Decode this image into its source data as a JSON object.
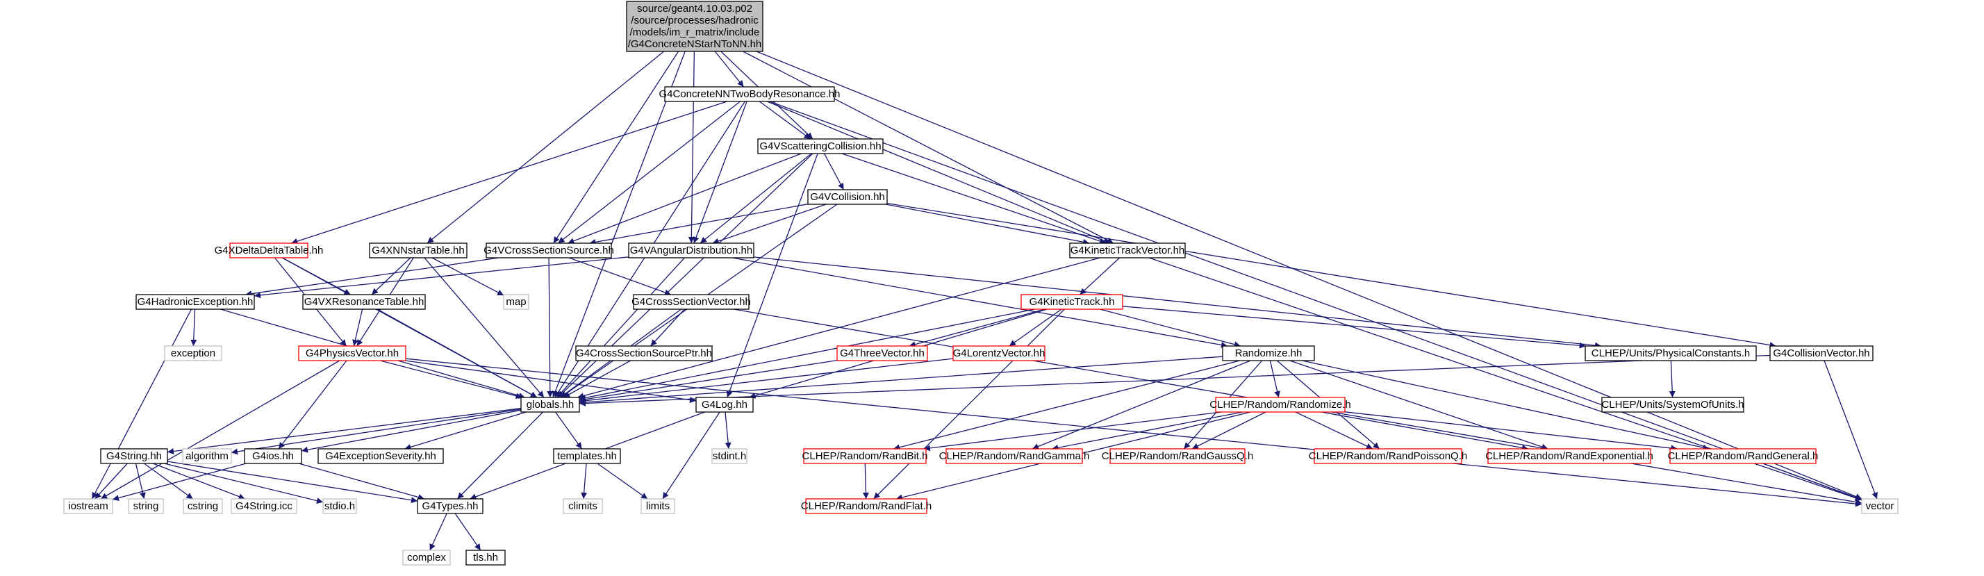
{
  "colors": {
    "edge": "#191970",
    "node_border_normal": "#000000",
    "node_border_red": "#ff0000",
    "node_border_gray": "#bfbfbf",
    "node_fill_root": "#bfbfbf",
    "node_fill": "#ffffff",
    "text_gray": "#7f7f7f"
  },
  "nodes": [
    {
      "id": "root",
      "style": "root",
      "lines": [
        "source/geant4.10.03.p02",
        "/source/processes/hadronic",
        "/models/im_r_matrix/include",
        "/G4ConcreteNStarNToNN.hh"
      ]
    },
    {
      "id": "nntbr",
      "style": "normal",
      "lines": [
        "G4ConcreteNNTwoBodyResonance.hh"
      ]
    },
    {
      "id": "scat",
      "style": "normal",
      "lines": [
        "G4VScatteringCollision.hh"
      ]
    },
    {
      "id": "vcoll",
      "style": "normal",
      "lines": [
        "G4VCollision.hh"
      ]
    },
    {
      "id": "xdelta",
      "style": "red",
      "lines": [
        "G4XDeltaDeltaTable.hh"
      ]
    },
    {
      "id": "xnn",
      "style": "normal",
      "lines": [
        "G4XNNstarTable.hh"
      ]
    },
    {
      "id": "vcross",
      "style": "normal",
      "lines": [
        "G4VCrossSectionSource.hh"
      ]
    },
    {
      "id": "vang",
      "style": "normal",
      "lines": [
        "G4VAngularDistribution.hh"
      ]
    },
    {
      "id": "ktv",
      "style": "normal",
      "lines": [
        "G4KineticTrackVector.hh"
      ]
    },
    {
      "id": "hadex",
      "style": "normal",
      "lines": [
        "G4HadronicException.hh"
      ]
    },
    {
      "id": "vres",
      "style": "normal",
      "lines": [
        "G4VXResonanceTable.hh"
      ]
    },
    {
      "id": "map",
      "style": "gray",
      "lines": [
        "map"
      ]
    },
    {
      "id": "csv",
      "style": "normal",
      "lines": [
        "G4CrossSectionVector.hh"
      ]
    },
    {
      "id": "kt",
      "style": "red",
      "lines": [
        "G4KineticTrack.hh"
      ]
    },
    {
      "id": "exception",
      "style": "gray",
      "lines": [
        "exception"
      ]
    },
    {
      "id": "physvec",
      "style": "red",
      "lines": [
        "G4PhysicsVector.hh"
      ]
    },
    {
      "id": "cssptr",
      "style": "normal",
      "lines": [
        "G4CrossSectionSourcePtr.hh"
      ]
    },
    {
      "id": "three",
      "style": "red",
      "lines": [
        "G4ThreeVector.hh"
      ]
    },
    {
      "id": "lorentz",
      "style": "red",
      "lines": [
        "G4LorentzVector.hh"
      ]
    },
    {
      "id": "randomize",
      "style": "normal",
      "lines": [
        "Randomize.hh"
      ]
    },
    {
      "id": "physconst",
      "style": "normal",
      "lines": [
        "CLHEP/Units/PhysicalConstants.h"
      ]
    },
    {
      "id": "collvec",
      "style": "normal",
      "lines": [
        "G4CollisionVector.hh"
      ]
    },
    {
      "id": "globals",
      "style": "normal",
      "lines": [
        "globals.hh"
      ]
    },
    {
      "id": "g4log",
      "style": "normal",
      "lines": [
        "G4Log.hh"
      ]
    },
    {
      "id": "sysunits",
      "style": "normal",
      "lines": [
        "CLHEP/Units/SystemOfUnits.h"
      ]
    },
    {
      "id": "clrandomize",
      "style": "red",
      "lines": [
        "CLHEP/Random/Randomize.h"
      ]
    },
    {
      "id": "g4string",
      "style": "normal",
      "lines": [
        "G4String.hh"
      ]
    },
    {
      "id": "algorithm",
      "style": "gray",
      "lines": [
        "algorithm"
      ]
    },
    {
      "id": "g4ios",
      "style": "normal",
      "lines": [
        "G4ios.hh"
      ]
    },
    {
      "id": "excsev",
      "style": "normal",
      "lines": [
        "G4ExceptionSeverity.hh"
      ]
    },
    {
      "id": "templates",
      "style": "normal",
      "lines": [
        "templates.hh"
      ]
    },
    {
      "id": "stdint",
      "style": "gray",
      "lines": [
        "stdint.h"
      ]
    },
    {
      "id": "randbit",
      "style": "red",
      "lines": [
        "CLHEP/Random/RandBit.h"
      ]
    },
    {
      "id": "randgamma",
      "style": "red",
      "lines": [
        "CLHEP/Random/RandGamma.h"
      ]
    },
    {
      "id": "randgaussq",
      "style": "red",
      "lines": [
        "CLHEP/Random/RandGaussQ.h"
      ]
    },
    {
      "id": "randpoisson",
      "style": "red",
      "lines": [
        "CLHEP/Random/RandPoissonQ.h"
      ]
    },
    {
      "id": "randexp",
      "style": "red",
      "lines": [
        "CLHEP/Random/RandExponential.h"
      ]
    },
    {
      "id": "randgeneral",
      "style": "red",
      "lines": [
        "CLHEP/Random/RandGeneral.h"
      ]
    },
    {
      "id": "iostream",
      "style": "gray",
      "lines": [
        "iostream"
      ]
    },
    {
      "id": "string",
      "style": "gray",
      "lines": [
        "string"
      ]
    },
    {
      "id": "cstring",
      "style": "gray",
      "lines": [
        "cstring"
      ]
    },
    {
      "id": "g4stringicc",
      "style": "gray",
      "lines": [
        "G4String.icc"
      ]
    },
    {
      "id": "stdio",
      "style": "gray",
      "lines": [
        "stdio.h"
      ]
    },
    {
      "id": "g4types",
      "style": "normal",
      "lines": [
        "G4Types.hh"
      ]
    },
    {
      "id": "climits",
      "style": "gray",
      "lines": [
        "climits"
      ]
    },
    {
      "id": "limits",
      "style": "gray",
      "lines": [
        "limits"
      ]
    },
    {
      "id": "randflat",
      "style": "red",
      "lines": [
        "CLHEP/Random/RandFlat.h"
      ]
    },
    {
      "id": "vector",
      "style": "gray",
      "lines": [
        "vector"
      ]
    },
    {
      "id": "complex",
      "style": "gray",
      "lines": [
        "complex"
      ]
    },
    {
      "id": "tls",
      "style": "normal",
      "lines": [
        "tls.hh"
      ]
    }
  ],
  "edges": [
    [
      "root",
      "nntbr"
    ],
    [
      "root",
      "scat"
    ],
    [
      "root",
      "vcross"
    ],
    [
      "root",
      "vang"
    ],
    [
      "root",
      "ktv"
    ],
    [
      "root",
      "xnn"
    ],
    [
      "root",
      "globals"
    ],
    [
      "root",
      "vector"
    ],
    [
      "nntbr",
      "scat"
    ],
    [
      "nntbr",
      "xdelta"
    ],
    [
      "nntbr",
      "vcross"
    ],
    [
      "nntbr",
      "vang"
    ],
    [
      "nntbr",
      "ktv"
    ],
    [
      "nntbr",
      "globals"
    ],
    [
      "nntbr",
      "vector"
    ],
    [
      "scat",
      "vcoll"
    ],
    [
      "scat",
      "vcross"
    ],
    [
      "scat",
      "vang"
    ],
    [
      "scat",
      "ktv"
    ],
    [
      "scat",
      "globals"
    ],
    [
      "scat",
      "g4log"
    ],
    [
      "vcoll",
      "vcross"
    ],
    [
      "vcoll",
      "vang"
    ],
    [
      "vcoll",
      "ktv"
    ],
    [
      "vcoll",
      "collvec"
    ],
    [
      "vcoll",
      "globals"
    ],
    [
      "xdelta",
      "vres"
    ],
    [
      "xdelta",
      "physvec"
    ],
    [
      "xdelta",
      "globals"
    ],
    [
      "xnn",
      "vres"
    ],
    [
      "xnn",
      "map"
    ],
    [
      "xnn",
      "physvec"
    ],
    [
      "xnn",
      "globals"
    ],
    [
      "vcross",
      "hadex"
    ],
    [
      "vcross",
      "csv"
    ],
    [
      "vcross",
      "globals"
    ],
    [
      "vang",
      "hadex"
    ],
    [
      "vang",
      "physconst"
    ],
    [
      "vang",
      "randomize"
    ],
    [
      "vang",
      "globals"
    ],
    [
      "ktv",
      "kt"
    ],
    [
      "ktv",
      "vector"
    ],
    [
      "ktv",
      "globals"
    ],
    [
      "hadex",
      "exception"
    ],
    [
      "hadex",
      "iostream"
    ],
    [
      "hadex",
      "globals"
    ],
    [
      "vres",
      "physvec"
    ],
    [
      "vres",
      "globals"
    ],
    [
      "csv",
      "cssptr"
    ],
    [
      "csv",
      "globals"
    ],
    [
      "csv",
      "vector"
    ],
    [
      "cssptr",
      "globals"
    ],
    [
      "kt",
      "three"
    ],
    [
      "kt",
      "lorentz"
    ],
    [
      "kt",
      "randomize"
    ],
    [
      "kt",
      "globals"
    ],
    [
      "kt",
      "physconst"
    ],
    [
      "kt",
      "g4log"
    ],
    [
      "kt",
      "randflat"
    ],
    [
      "physvec",
      "globals"
    ],
    [
      "physvec",
      "g4ios"
    ],
    [
      "physvec",
      "iostream"
    ],
    [
      "physvec",
      "g4log"
    ],
    [
      "physvec",
      "vector"
    ],
    [
      "three",
      "globals"
    ],
    [
      "lorentz",
      "globals"
    ],
    [
      "randomize",
      "clrandomize"
    ],
    [
      "randomize",
      "randbit"
    ],
    [
      "randomize",
      "randgamma"
    ],
    [
      "randomize",
      "randgaussq"
    ],
    [
      "randomize",
      "randpoisson"
    ],
    [
      "randomize",
      "randexp"
    ],
    [
      "randomize",
      "randgeneral"
    ],
    [
      "randomize",
      "globals"
    ],
    [
      "physconst",
      "sysunits"
    ],
    [
      "collvec",
      "globals"
    ],
    [
      "collvec",
      "vector"
    ],
    [
      "globals",
      "g4string"
    ],
    [
      "globals",
      "algorithm"
    ],
    [
      "globals",
      "g4ios"
    ],
    [
      "globals",
      "excsev"
    ],
    [
      "globals",
      "templates"
    ],
    [
      "globals",
      "g4types"
    ],
    [
      "g4log",
      "g4types"
    ],
    [
      "g4log",
      "stdint"
    ],
    [
      "g4log",
      "limits"
    ],
    [
      "clrandomize",
      "randbit"
    ],
    [
      "clrandomize",
      "randgamma"
    ],
    [
      "clrandomize",
      "randgaussq"
    ],
    [
      "clrandomize",
      "randpoisson"
    ],
    [
      "clrandomize",
      "randexp"
    ],
    [
      "clrandomize",
      "randgeneral"
    ],
    [
      "clrandomize",
      "randflat"
    ],
    [
      "g4string",
      "iostream"
    ],
    [
      "g4string",
      "string"
    ],
    [
      "g4string",
      "cstring"
    ],
    [
      "g4string",
      "g4stringicc"
    ],
    [
      "g4string",
      "stdio"
    ],
    [
      "g4string",
      "g4types"
    ],
    [
      "g4ios",
      "g4types"
    ],
    [
      "g4ios",
      "iostream"
    ],
    [
      "templates",
      "climits"
    ],
    [
      "templates",
      "limits"
    ],
    [
      "randbit",
      "randflat"
    ],
    [
      "randgeneral",
      "vector"
    ],
    [
      "g4types",
      "complex"
    ],
    [
      "g4types",
      "tls"
    ]
  ]
}
